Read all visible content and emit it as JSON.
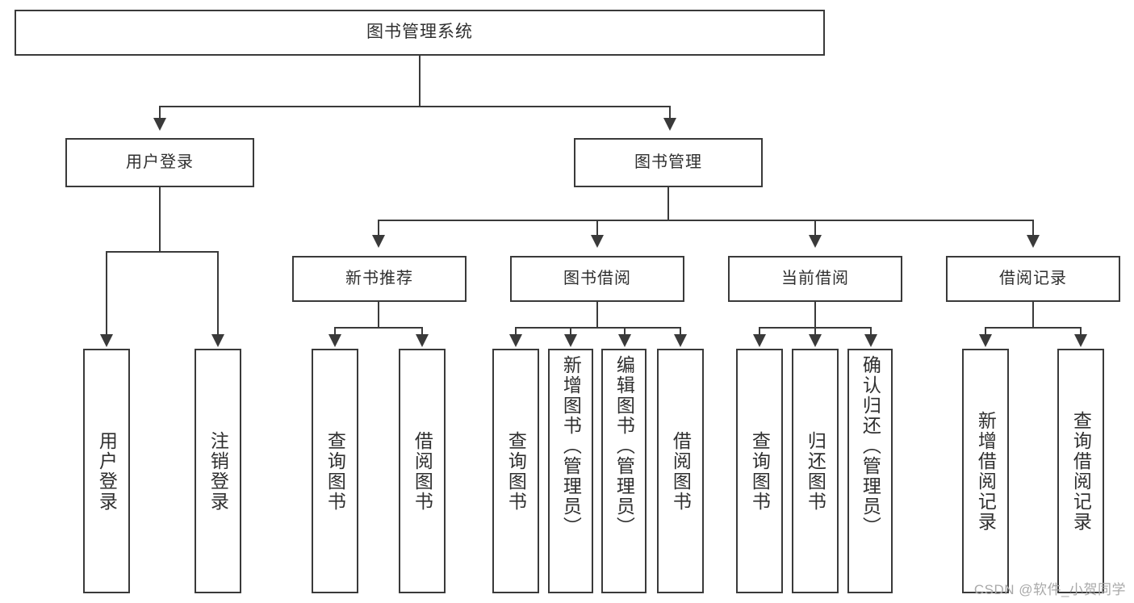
{
  "diagram": {
    "title": "图书管理系统",
    "type": "tree-hierarchy-diagram",
    "root": {
      "label": "图书管理系统"
    },
    "level2": [
      {
        "id": "user-login",
        "label": "用户登录"
      },
      {
        "id": "book-management",
        "label": "图书管理"
      }
    ],
    "level3": [
      {
        "id": "new-book-recommend",
        "label": "新书推荐",
        "parent": "book-management"
      },
      {
        "id": "book-borrow",
        "label": "图书借阅",
        "parent": "book-management"
      },
      {
        "id": "current-borrow",
        "label": "当前借阅",
        "parent": "book-management"
      },
      {
        "id": "borrow-record",
        "label": "借阅记录",
        "parent": "book-management"
      }
    ],
    "leaves": [
      {
        "id": "leaf-user-login",
        "label": "用户登录",
        "parent": "user-login"
      },
      {
        "id": "leaf-logout",
        "label": "注销登录",
        "parent": "user-login"
      },
      {
        "id": "leaf-query-book-1",
        "label": "查询图书",
        "parent": "new-book-recommend"
      },
      {
        "id": "leaf-borrow-book-1",
        "label": "借阅图书",
        "parent": "new-book-recommend"
      },
      {
        "id": "leaf-query-book-2",
        "label": "查询图书",
        "parent": "book-borrow"
      },
      {
        "id": "leaf-add-book",
        "label": "新增图书（管理员）",
        "parent": "book-borrow"
      },
      {
        "id": "leaf-edit-book",
        "label": "编辑图书（管理员）",
        "parent": "book-borrow"
      },
      {
        "id": "leaf-borrow-book-2",
        "label": "借阅图书",
        "parent": "book-borrow"
      },
      {
        "id": "leaf-query-book-3",
        "label": "查询图书",
        "parent": "current-borrow"
      },
      {
        "id": "leaf-return-book",
        "label": "归还图书",
        "parent": "current-borrow"
      },
      {
        "id": "leaf-confirm-return",
        "label": "确认归还（管理员）",
        "parent": "current-borrow"
      },
      {
        "id": "leaf-add-record",
        "label": "新增借阅记录",
        "parent": "borrow-record"
      },
      {
        "id": "leaf-query-record",
        "label": "查询借阅记录",
        "parent": "borrow-record"
      }
    ]
  },
  "watermark": {
    "text": "CSDN @软件_小贺同学"
  },
  "colors": {
    "stroke": "#3a3a3a",
    "text": "#2f2f2f",
    "background": "#ffffff",
    "watermark": "#a9a9a9"
  }
}
